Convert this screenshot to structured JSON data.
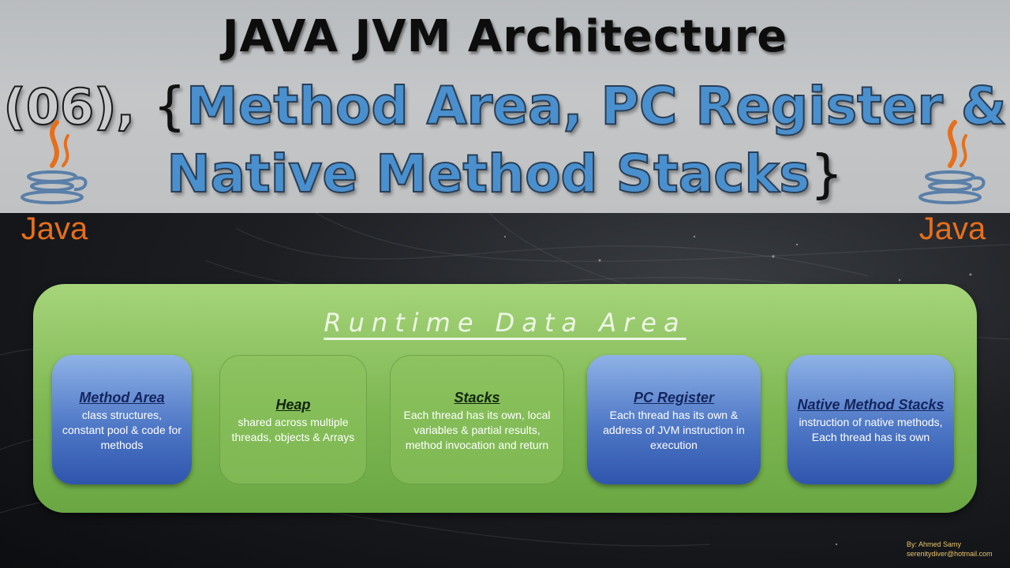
{
  "header": {
    "title": "JAVA JVM Architecture",
    "prefix": "(06),",
    "open_brace": "{",
    "close_brace": "}",
    "subtitle_line1": "Method Area, PC Register &",
    "subtitle_line2": "Native Method Stacks"
  },
  "logos": {
    "left_word": "Java",
    "right_word": "Java"
  },
  "colors": {
    "java_orange": "#e76f1a",
    "title_blue": "#4a90cf",
    "runtime_green": "#7db752",
    "box_blue": "#4f78c6"
  },
  "runtime": {
    "title": "Runtime Data Area",
    "boxes": [
      {
        "title": "Method Area",
        "desc": "class structures, constant pool & code for methods",
        "style": "blue"
      },
      {
        "title": "Heap",
        "desc": "shared across multiple threads, objects & Arrays",
        "style": "green"
      },
      {
        "title": "Stacks",
        "desc": "Each thread has its own, local variables & partial results, method invocation and return",
        "style": "green"
      },
      {
        "title": "PC Register",
        "desc": "Each thread has its own & address of JVM instruction in execution",
        "style": "blue"
      },
      {
        "title": "Native Method Stacks",
        "desc": "instruction of native methods, Each thread has its own",
        "style": "blue"
      }
    ]
  },
  "credit": {
    "author": "By: Ahmed Samy",
    "email": "serenitydiver@hotmail.com"
  }
}
